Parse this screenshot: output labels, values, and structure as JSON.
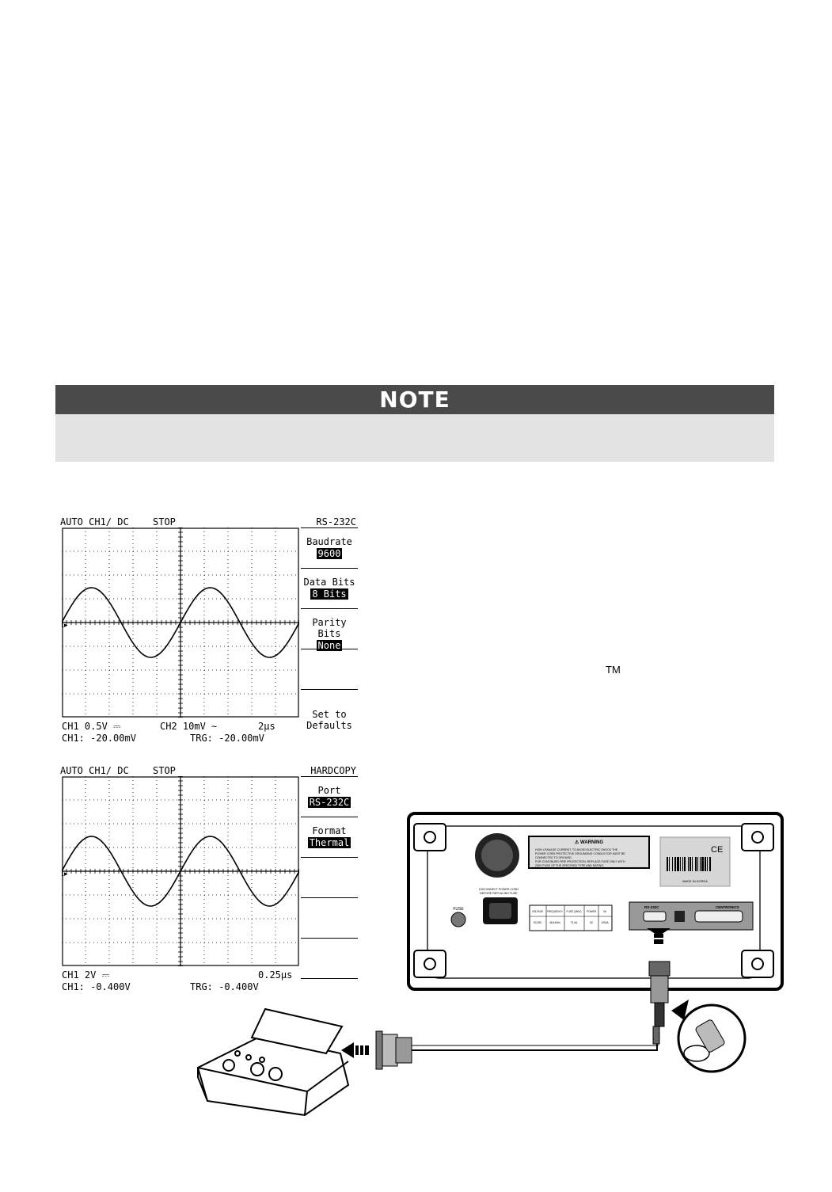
{
  "note": {
    "title": "NOTE"
  },
  "scope1": {
    "top_left": "AUTO CH1∕ DC",
    "status": "STOP",
    "menu_title": "RS-232C",
    "menu": [
      {
        "label": "Baudrate",
        "value": "9600"
      },
      {
        "label": "Data Bits",
        "value": "8 Bits"
      },
      {
        "label": "Parity Bits",
        "value": "None"
      },
      {
        "label": "",
        "value": ""
      },
      {
        "label": "Set to\nDefaults",
        "value": ""
      }
    ],
    "foot_ch1": "CH1 0.5V ⎓",
    "foot_ch2": "CH2 10mV ∼",
    "foot_time": "2μs",
    "foot_ch1_val": "CH1: -20.00mV",
    "foot_trg": "TRG: -20.00mV"
  },
  "scope2": {
    "top_left": "AUTO CH1∕ DC",
    "status": "STOP",
    "menu_title": "HARDCOPY",
    "menu": [
      {
        "label": "Port",
        "value": "RS-232C"
      },
      {
        "label": "Format",
        "value": "Thermal"
      },
      {
        "label": "",
        "value": ""
      },
      {
        "label": "",
        "value": ""
      },
      {
        "label": "",
        "value": ""
      }
    ],
    "foot_ch1": "CH1 2V ⎓",
    "foot_time": "0.25μs",
    "foot_ch1_val": "CH1: -0.400V",
    "foot_trg": "TRG: -0.400V"
  },
  "trademark": "TM",
  "panel": {
    "warning_title": "WARNING",
    "warning_text": "HIGH LEAKAGE CURRENT, TO AVOID ELECTRIC SHOCK THE POWER CORD PROTECTIVE GROUNDING CONDUCTOR MUST BE CONNECTED TO GROUND. FOR CONTINUED FIRE PROTECTION, REPLACE FUSE ONLY WITH 250V FUSE OF THE SPECIFIED TYPE AND RATING.",
    "ce_mark": "CE",
    "made_in": "MADE IN KOREA",
    "disconnect": "DISCONNECT POWER CORD BEFORE REPLACING FUSE",
    "fuse_label": "FUSE",
    "rs232_label": "RS-232C",
    "centronics_label": "CENTRONICS",
    "spec_headers": [
      "VOLTAGE RANGE",
      "FREQUENCY RANGE",
      "FUSE (250V) IEC127 III",
      "POWER MAX",
      "VA MAX"
    ],
    "spec_values": [
      "90-250 VAC",
      "48-440Hz",
      "T1.6A (5.2x20mm)",
      "60 WATTS",
      "100VA"
    ]
  }
}
